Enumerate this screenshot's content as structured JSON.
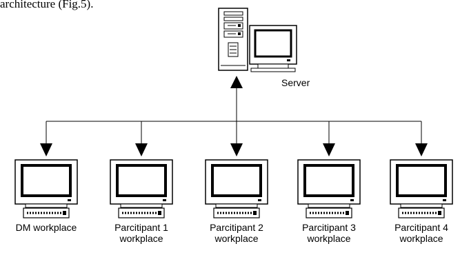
{
  "caption_fragment": "architecture (Fig.5).",
  "server": {
    "label": "Server",
    "icon": "server-tower-with-monitor-icon"
  },
  "workplaces": [
    {
      "label": "DM workplace",
      "icon": "monitor-keyboard-icon"
    },
    {
      "label": "Parcitipant 1\nworkplace",
      "icon": "monitor-keyboard-icon"
    },
    {
      "label": "Parcitipant 2\nworkplace",
      "icon": "monitor-keyboard-icon"
    },
    {
      "label": "Parcitipant 3\nworkplace",
      "icon": "monitor-keyboard-icon"
    },
    {
      "label": "Parcitipant 4\nworkplace",
      "icon": "monitor-keyboard-icon"
    }
  ]
}
